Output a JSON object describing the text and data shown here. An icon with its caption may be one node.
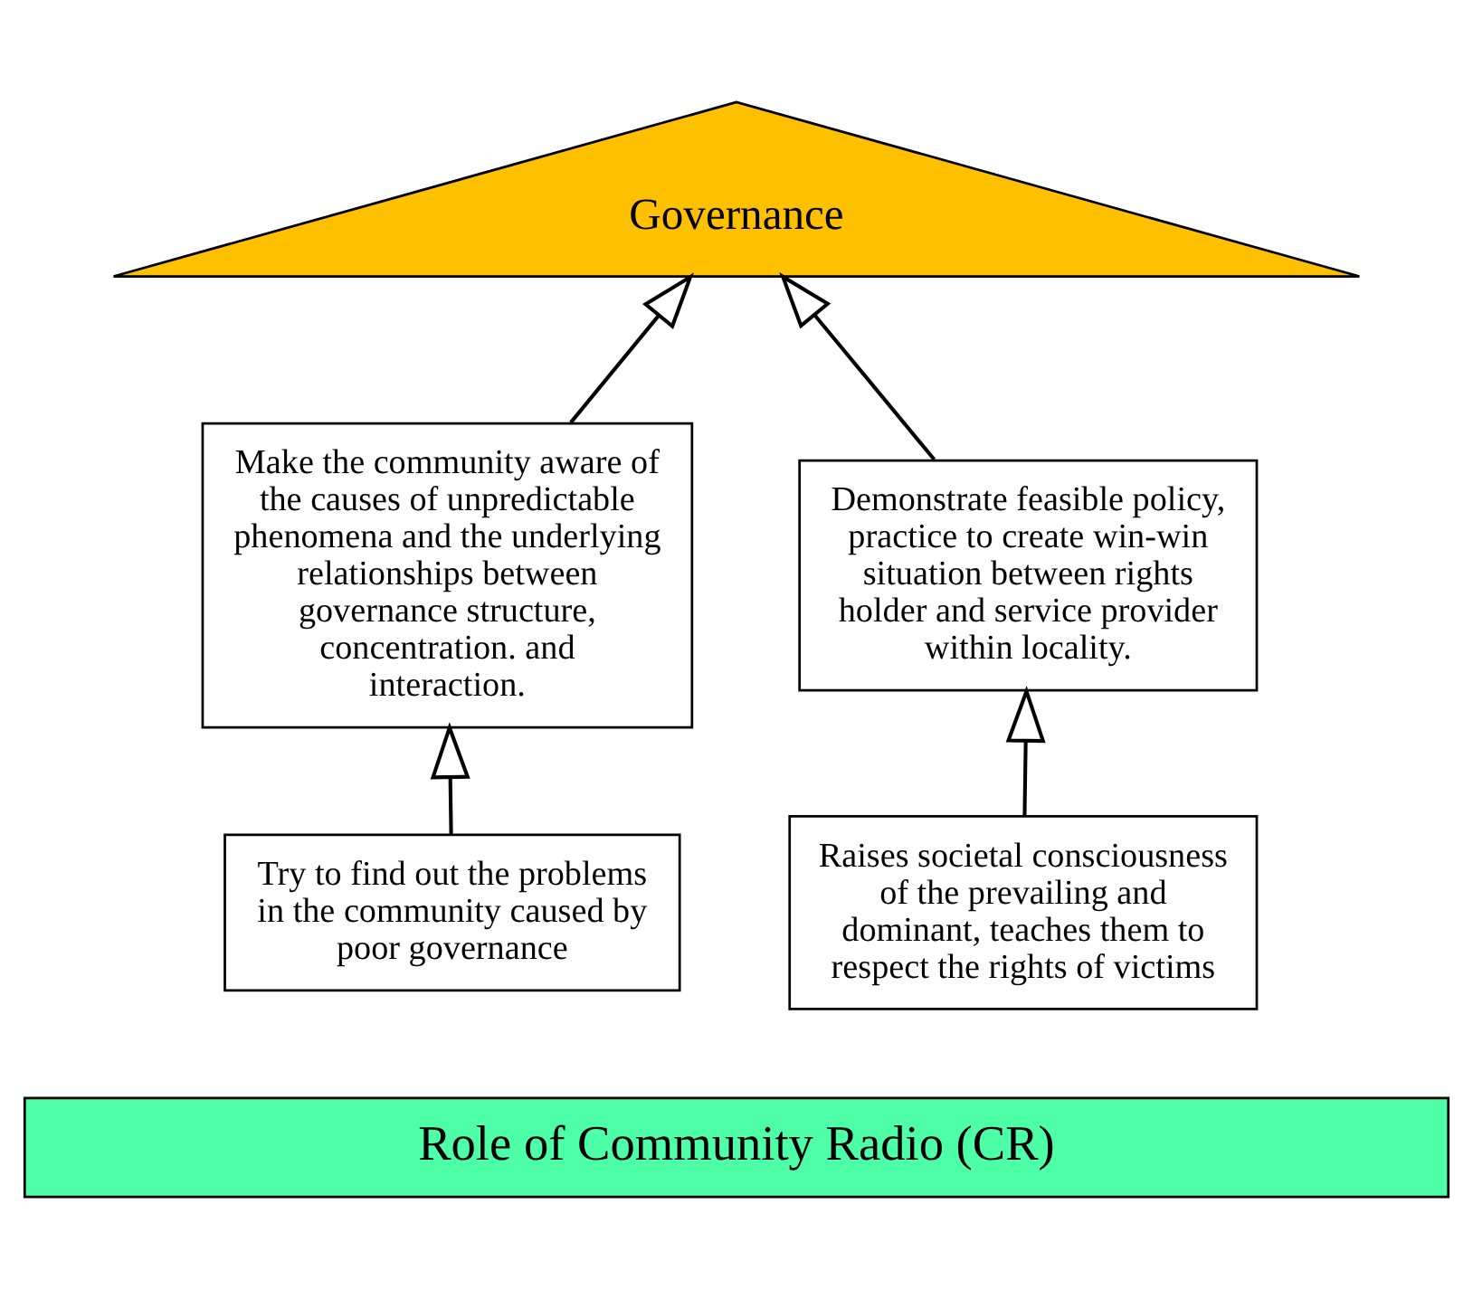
{
  "diagram": {
    "nodes": [
      {
        "text": [
          "Governance"
        ]
      },
      {
        "text": [
          "Make the community aware of the causes of unpredictable phenomena and the underlying relationships between governance structure, concentration. and interaction."
        ]
      },
      {
        "text": [
          "Demonstrate feasible policy, practice to create win-win situation between rights holder and service provider within locality."
        ]
      },
      {
        "text": [
          "Try to find out the problems in the community caused by poor governance"
        ]
      },
      {
        "text": [
          "Raises societal consciousness of the prevailing and dominant, teaches them to respect the rights of victims"
        ]
      },
      {
        "text": [
          "Role of Community Radio (CR)"
        ]
      }
    ],
    "edges": [
      {
        "from": 3,
        "to": 1,
        "arrow": "to"
      },
      {
        "from": 1,
        "to": 0,
        "arrow": "to"
      },
      {
        "from": 4,
        "to": 2,
        "arrow": "to"
      },
      {
        "from": 2,
        "to": 0,
        "arrow": "to"
      }
    ]
  }
}
